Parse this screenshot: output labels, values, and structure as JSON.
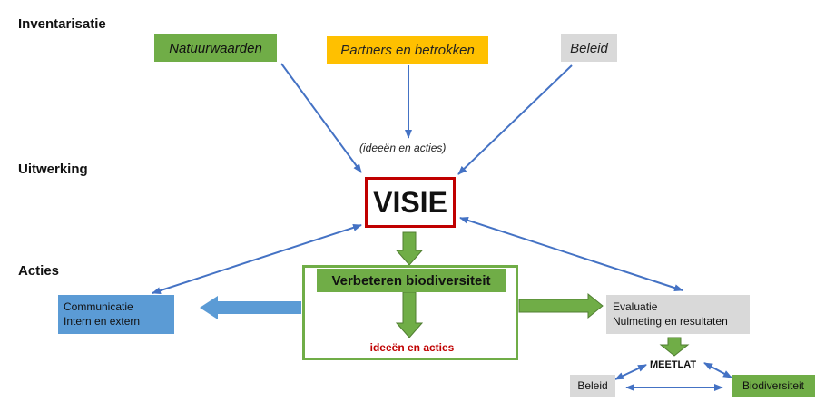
{
  "stages": {
    "inventory": "Inventarisatie",
    "elaboration": "Uitwerking",
    "actions": "Acties"
  },
  "inputs": {
    "nature": "Natuurwaarden",
    "partners": "Partners en betrokken",
    "policy": "Beleid"
  },
  "ideas_note": "(ideeën en acties)",
  "vision": "VISIE",
  "biodiversity": {
    "title": "Verbeteren biodiversiteit",
    "ideas": "ideeën en acties"
  },
  "communication": {
    "line1": "Communicatie",
    "line2": "Intern en extern"
  },
  "evaluation": {
    "line1": "Evaluatie",
    "line2": "Nulmeting en resultaten"
  },
  "meetlat": {
    "title": "MEETLAT",
    "left": "Beleid",
    "right": "Biodiversiteit"
  },
  "colors": {
    "green": "#70ad47",
    "orange": "#ffc000",
    "grey": "#d9d9d9",
    "blue": "#5b9bd5",
    "vision_border": "#c00000",
    "arrow": "#4472c4",
    "ideas_red": "#c00000"
  }
}
